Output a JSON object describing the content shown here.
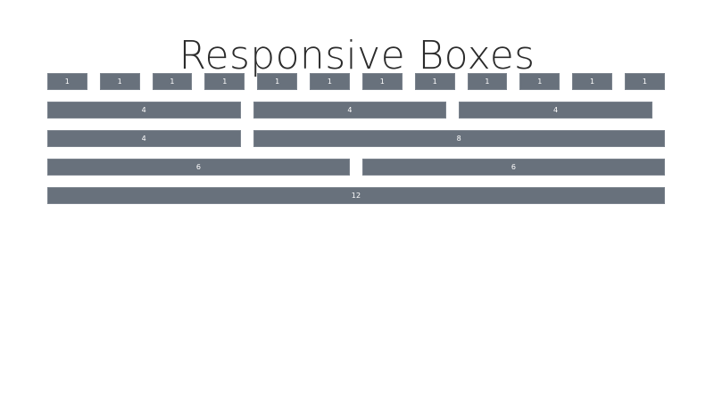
{
  "page": {
    "title": "Responsive Boxes",
    "background_color": "#ffffff",
    "title_color": "#2b2b2b",
    "box_color": "#68717c",
    "box_border_color": "#7b838d",
    "box_label_color": "#ffffff"
  },
  "grid": {
    "columns": 12,
    "rows": [
      {
        "name": "row-of-twelve-ones",
        "boxes": [
          {
            "span": 1,
            "label": "1"
          },
          {
            "span": 1,
            "label": "1"
          },
          {
            "span": 1,
            "label": "1"
          },
          {
            "span": 1,
            "label": "1"
          },
          {
            "span": 1,
            "label": "1"
          },
          {
            "span": 1,
            "label": "1"
          },
          {
            "span": 1,
            "label": "1"
          },
          {
            "span": 1,
            "label": "1"
          },
          {
            "span": 1,
            "label": "1"
          },
          {
            "span": 1,
            "label": "1"
          },
          {
            "span": 1,
            "label": "1"
          },
          {
            "span": 1,
            "label": "1"
          }
        ]
      },
      {
        "name": "row-of-three-fours",
        "boxes": [
          {
            "span": 4,
            "label": "4"
          },
          {
            "span": 4,
            "label": "4"
          },
          {
            "span": 4,
            "label": "4"
          }
        ]
      },
      {
        "name": "row-four-plus-eight",
        "boxes": [
          {
            "span": 4,
            "label": "4"
          },
          {
            "span": 8,
            "label": "8"
          }
        ]
      },
      {
        "name": "row-of-two-sixes",
        "boxes": [
          {
            "span": 6,
            "label": "6"
          },
          {
            "span": 6,
            "label": "6"
          }
        ]
      },
      {
        "name": "row-full-width-twelve",
        "boxes": [
          {
            "span": 12,
            "label": "12"
          }
        ]
      }
    ]
  }
}
